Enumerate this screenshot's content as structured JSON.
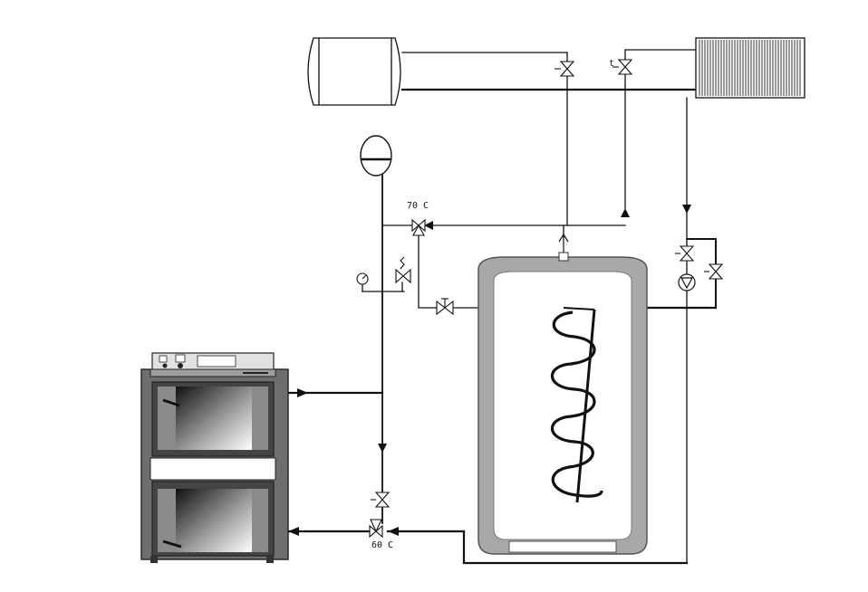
{
  "labels": {
    "supply_temp": "70 C",
    "return_temp": "60 C",
    "thermostat": "t"
  },
  "components": {
    "boiler": "boiler-icon",
    "storage_tank": "tank-icon",
    "heat_exchanger": "coil-icon",
    "radiator": "radiator-icon",
    "expansion_vessel": "expansion-vessel-icon",
    "pump": "pump-icon",
    "pressure_gauge": "gauge-icon",
    "safety_valve": "safety-valve-icon"
  },
  "colors": {
    "pipe": "#111111",
    "boiler_body": "#6e6e6e",
    "tank_wall": "#a8a8a8"
  }
}
